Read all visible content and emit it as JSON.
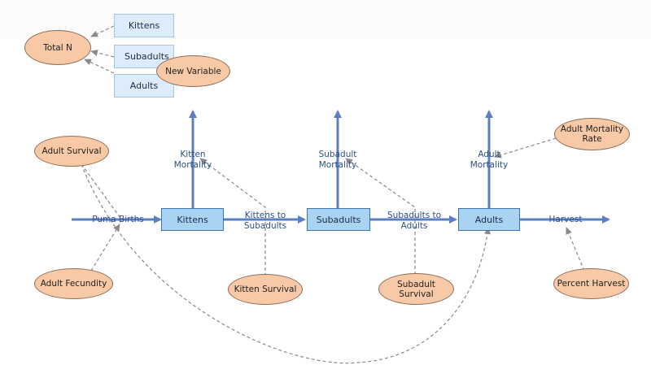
{
  "stocks": {
    "kittens": "Kittens",
    "subadults": "Subadults",
    "adults": "Adults"
  },
  "ghosts": {
    "kittens": "Kittens",
    "subadults": "Subadults",
    "adults": "Adults"
  },
  "flows": {
    "puma_births": "Puma Births",
    "kittens_to_subadults": "Kittens to\nSubadults",
    "subadults_to_adults": "Subadults to\nAdults",
    "harvest": "Harvest",
    "kitten_mortality": "Kitten\nMortality",
    "subadult_mortality": "Subadult\nMortality",
    "adult_mortality": "Adult\nMortality"
  },
  "variables": {
    "total_n": "Total N",
    "new_variable": "New Variable",
    "adult_survival": "Adult Survival",
    "adult_fecundity": "Adult Fecundity",
    "kitten_survival": "Kitten Survival",
    "subadult_survival": "Subadult Survival",
    "adult_mortality_rate": "Adult Mortality\nRate",
    "percent_harvest": "Percent Harvest"
  },
  "colors": {
    "flow": "#5b7fc0",
    "link": "#8a8a8a",
    "stock_fill": "#a9d3f3",
    "variable_fill": "#f7c9a6"
  }
}
